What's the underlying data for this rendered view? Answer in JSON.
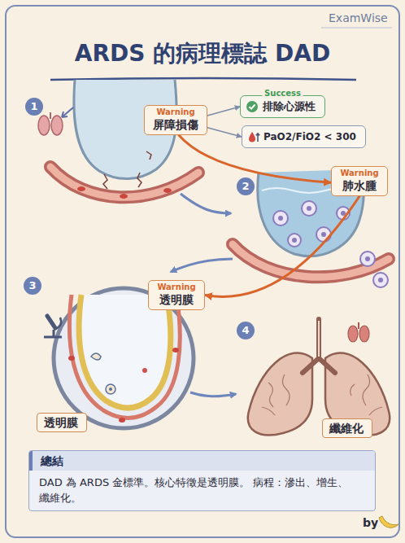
{
  "diagram": {
    "title": "ARDS 的病理標誌 DAD",
    "nodes": [
      {
        "text": [
          "1"
        ]
      },
      {
        "text": [
          "Warning",
          "屏障損傷"
        ]
      },
      {
        "text": [
          "Success",
          "排除心源性"
        ]
      },
      {
        "text": [
          "PaO2/FiO2 < 300"
        ]
      },
      {
        "text": [
          "2"
        ]
      },
      {
        "text": [
          "Warning",
          "肺水腫"
        ]
      },
      {
        "text": [
          "3"
        ]
      },
      {
        "text": [
          "Warning",
          "透明膜"
        ]
      },
      {
        "text": [
          "4"
        ]
      },
      {
        "text": [
          "透明膜"
        ]
      },
      {
        "text": [
          "纖維化"
        ]
      },
      {
        "text": [
          "總結",
          "DAD 為 ARDS 金標準。核心特徵是透明膜。 病程：滲出、增生、纖維化。"
        ]
      }
    ],
    "edges": [
      {
        "from": 1,
        "to": 2,
        "arrow": "to"
      },
      {
        "from": 1,
        "to": 3,
        "arrow": "to"
      },
      {
        "from": 1,
        "to": 5,
        "arrow": "to"
      },
      {
        "from": 5,
        "to": 7,
        "arrow": "to"
      }
    ],
    "labels": [
      "ExamWise",
      "by"
    ]
  }
}
